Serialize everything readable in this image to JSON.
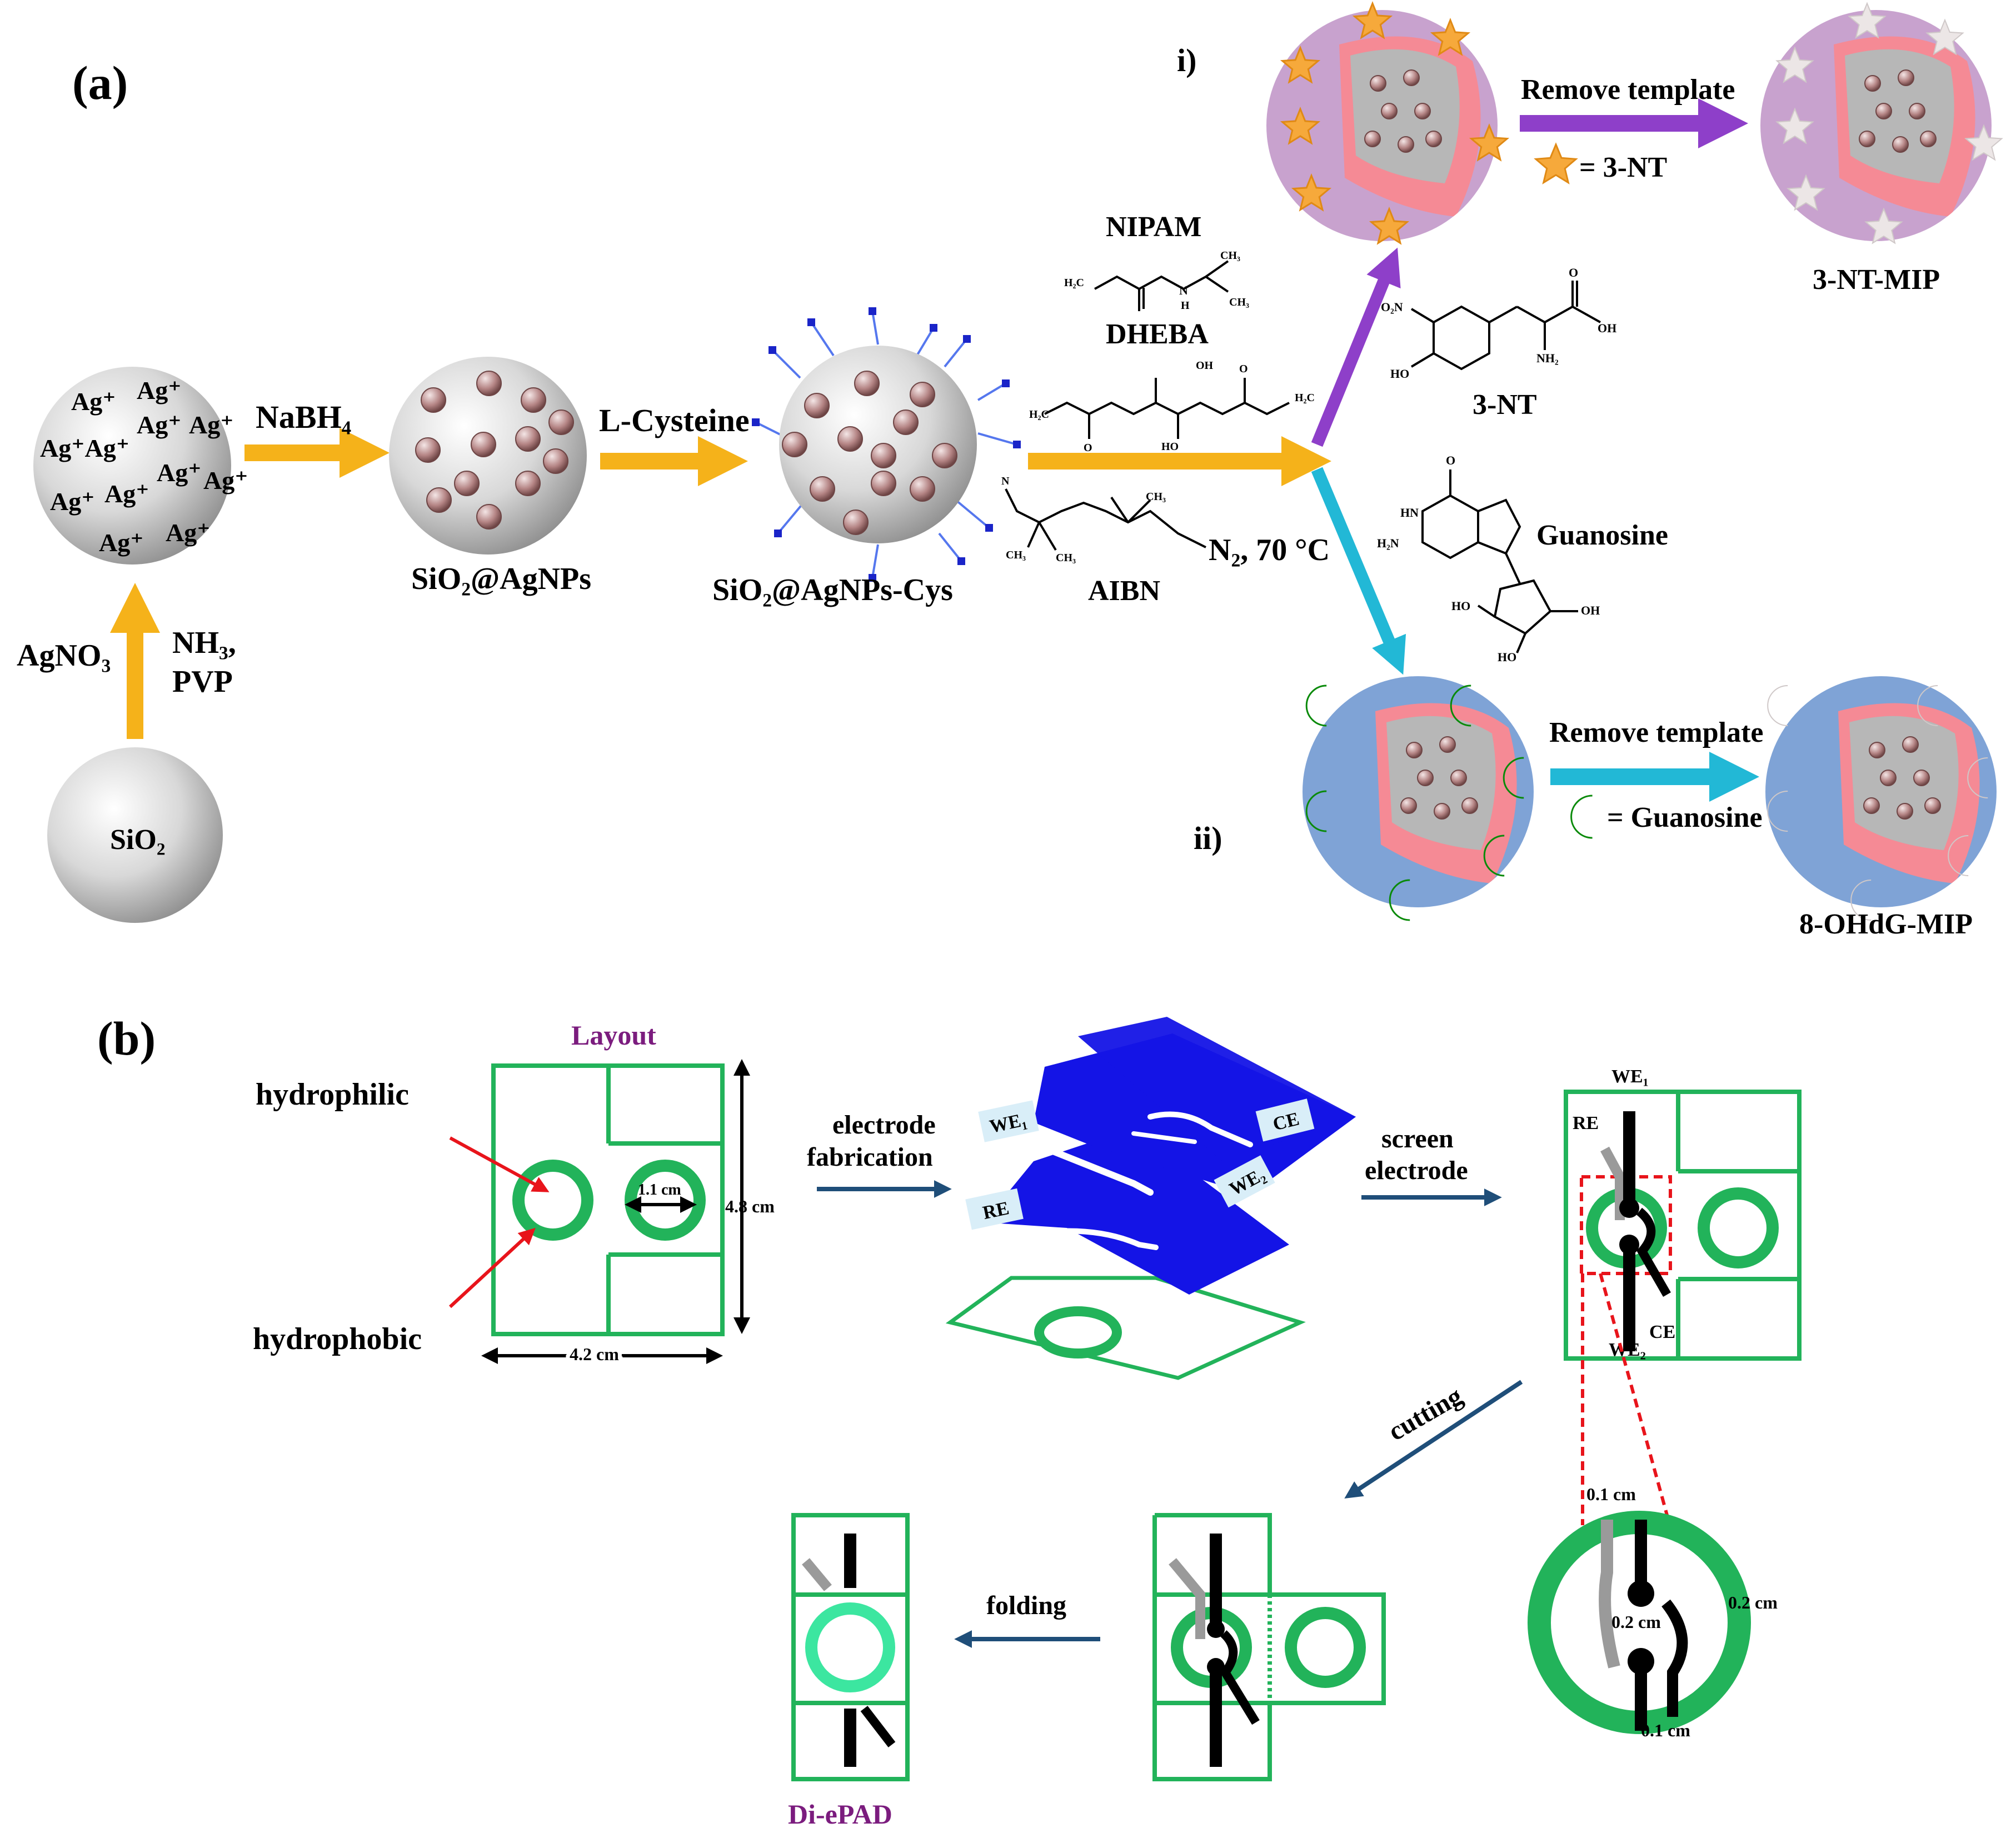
{
  "panel_a": {
    "label": "(a)",
    "ag_ions": [
      "Ag⁺",
      "Ag⁺",
      "Ag⁺",
      "Ag⁺",
      "Ag⁺",
      "Ag⁺Ag⁺",
      "Ag⁺",
      "Ag⁺",
      "Ag⁺",
      "Ag⁺",
      "Ag⁺",
      "Ag⁺"
    ],
    "reagent_agno3": "AgNO₃",
    "reagent_nh3": "NH₃,",
    "reagent_pvp": "PVP",
    "sio2": "SiO₂",
    "step_nabh4": "NaBH₄",
    "sio2_agnps": "SiO₂@AgNPs",
    "step_cys": "L-Cysteine",
    "sio2_agnps_cys": "SiO₂@AgNPs-Cys",
    "nipam": "NIPAM",
    "dheba": "DHEBA",
    "aibn": "AIBN",
    "conditions": "N₂, 70 °C",
    "route_i": "i)",
    "route_ii": "ii)",
    "remove_template_1": "Remove template",
    "remove_template_2": "Remove template",
    "legend_3nt": "= 3-NT",
    "legend_guanosine": "= Guanosine",
    "mol_3nt": "3-NT",
    "mol_guanosine": "Guanosine",
    "product_1": "3-NT-MIP",
    "product_2": "8-OHdG-MIP",
    "atom_labels": {
      "h2c": "H₂C",
      "n": "N",
      "h": "H",
      "ch3": "CH₃",
      "oh": "OH",
      "ho": "HO",
      "o": "O",
      "nh2": "NH₂",
      "no2": "O₂N",
      "h2n": "H₂N",
      "hn": "HN"
    }
  },
  "panel_b": {
    "label": "(b)",
    "layout_title": "Layout",
    "hydrophilic": "hydrophilic",
    "hydrophobic": "hydrophobic",
    "dim_width": "4.2 cm",
    "dim_height": "4.8 cm",
    "dim_circle": "1.1 cm",
    "step_fabrication_1": "electrode",
    "step_fabrication_2": "fabrication",
    "step_screen_1": "screen",
    "step_screen_2": "electrode",
    "step_cutting": "cutting",
    "step_folding": "folding",
    "electrode_we1": "WE₁",
    "electrode_we2": "WE₂",
    "electrode_re": "RE",
    "electrode_ce": "CE",
    "zoom_dim_a": "0.1 cm",
    "zoom_dim_b": "0.2 cm",
    "zoom_dim_c": "0.2 cm",
    "zoom_dim_d": "0.1 cm",
    "device_name": "Di-ePAD"
  },
  "colors": {
    "arrow_orange": "#F5B21A",
    "arrow_purple": "#8E3FC9",
    "arrow_cyan": "#22B8D6",
    "arrow_navy": "#1F4E79",
    "layer_blue": "#1414E6",
    "paper_green": "#22B35A",
    "mip_purple": "#C8A2CE",
    "mip_blue": "#7FA3D6",
    "core_pink": "#F58A95",
    "label_purple": "#7B1C7E"
  },
  "icons": [
    "silica-sphere-icon",
    "silver-nanoparticle-icon",
    "star-template-icon",
    "crescent-template-icon",
    "red-arrow-icon",
    "electrode-layer-icon"
  ]
}
